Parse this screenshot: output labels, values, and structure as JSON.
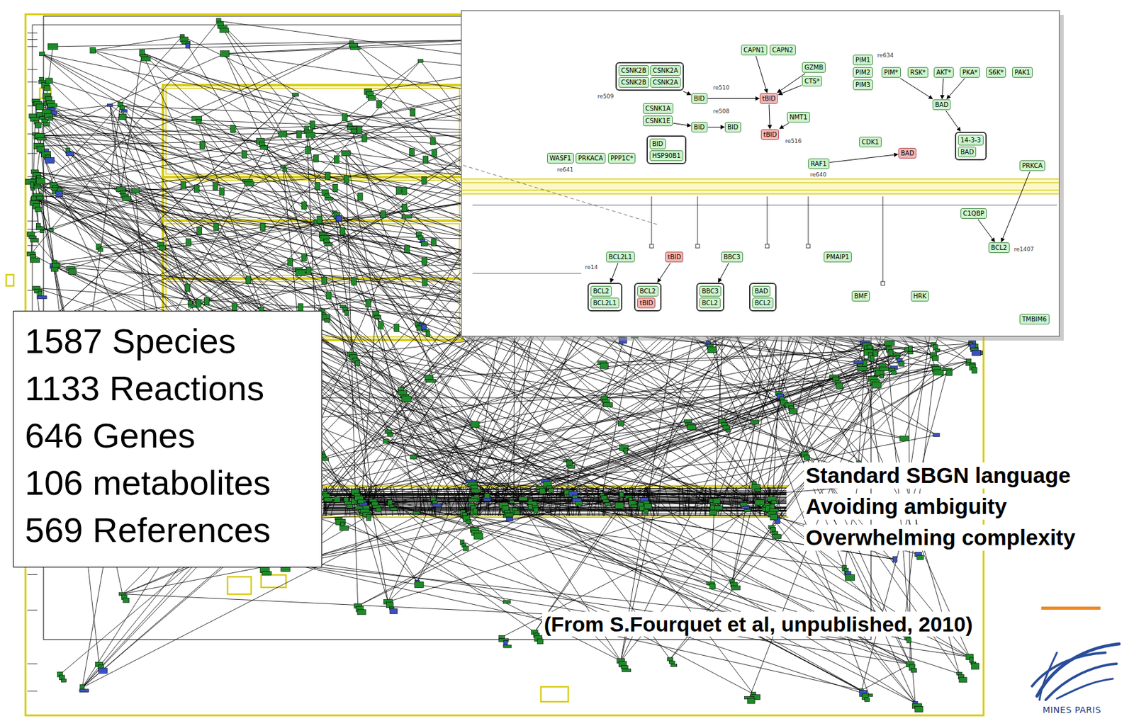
{
  "diagram": {
    "caption": "(From S.Fourquet et al, unpublished, 2010)",
    "nodes": [
      {
        "text": [
          "CAPN1"
        ]
      },
      {
        "text": [
          "CAPN2"
        ]
      },
      {
        "text": []
      },
      {
        "text": [
          "CSNK2B"
        ],
        "in": 2
      },
      {
        "text": [
          "CSNK2A"
        ],
        "in": 2
      },
      {
        "text": [
          "CSNK2B"
        ],
        "in": 2
      },
      {
        "text": [
          "CSNK2A"
        ],
        "in": 2
      },
      {
        "text": [
          "BID"
        ]
      },
      {
        "text": [
          "tBID"
        ]
      },
      {
        "text": [
          "GZMB"
        ]
      },
      {
        "text": [
          "CTS*"
        ]
      },
      {
        "text": [
          "NMT1"
        ]
      },
      {
        "text": [
          "CSNK1A"
        ]
      },
      {
        "text": [
          "CSNK1E"
        ]
      },
      {
        "text": [
          "BID"
        ]
      },
      {
        "text": [
          "BID"
        ]
      },
      {
        "text": [
          "tBID"
        ]
      },
      {
        "text": []
      },
      {
        "text": [
          "BID"
        ],
        "in": 17
      },
      {
        "text": [
          "HSP90B1"
        ],
        "in": 17
      },
      {
        "text": [
          "WASF1"
        ]
      },
      {
        "text": [
          "PRKACA"
        ]
      },
      {
        "text": [
          "PPP1C*"
        ]
      },
      {
        "text": [
          "RAF1"
        ]
      },
      {
        "text": [
          "PIM1"
        ]
      },
      {
        "text": [
          "PIM2"
        ]
      },
      {
        "text": [
          "PIM3"
        ]
      },
      {
        "text": [
          "PIM*"
        ]
      },
      {
        "text": [
          "RSK*"
        ]
      },
      {
        "text": [
          "AKT*"
        ]
      },
      {
        "text": [
          "PKA*"
        ]
      },
      {
        "text": [
          "S6K*"
        ]
      },
      {
        "text": [
          "PAK1"
        ]
      },
      {
        "text": [
          "CDK1"
        ]
      },
      {
        "text": [
          "BAD"
        ]
      },
      {
        "text": []
      },
      {
        "text": [
          "14-3-3"
        ],
        "in": 35
      },
      {
        "text": [
          "BAD"
        ],
        "in": 35
      },
      {
        "text": [
          "BAD"
        ]
      },
      {
        "text": [
          "PRKCA"
        ]
      },
      {
        "text": [
          "C1QBP"
        ]
      },
      {
        "text": [
          "BCL2"
        ]
      },
      {
        "text": [
          "BCL2L1"
        ]
      },
      {
        "text": [
          "tBID"
        ]
      },
      {
        "text": [
          "BBC3"
        ]
      },
      {
        "text": [
          "PMAIP1"
        ]
      },
      {
        "text": []
      },
      {
        "text": [
          "BCL2"
        ],
        "in": 46
      },
      {
        "text": [
          "BCL2L1"
        ],
        "in": 46
      },
      {
        "text": []
      },
      {
        "text": [
          "BCL2"
        ],
        "in": 49
      },
      {
        "text": [
          "tBID"
        ],
        "in": 49
      },
      {
        "text": []
      },
      {
        "text": [
          "BBC3"
        ],
        "in": 52
      },
      {
        "text": [
          "BCL2"
        ],
        "in": 52
      },
      {
        "text": []
      },
      {
        "text": [
          "BAD"
        ],
        "in": 55
      },
      {
        "text": [
          "BCL2"
        ],
        "in": 55
      },
      {
        "text": [
          "BMF"
        ]
      },
      {
        "text": [
          "HRK"
        ]
      },
      {
        "text": [
          "TMBIM6"
        ]
      },
      {
        "text": [
          "1587 Species",
          "1133 Reactions",
          "646 Genes",
          "106 metabolites",
          "569 References"
        ]
      }
    ],
    "edges": [
      {
        "from": 7,
        "to": 8,
        "arrow": "to"
      },
      {
        "from": 0,
        "to": 8,
        "arrow": "to"
      },
      {
        "from": 9,
        "to": 8,
        "arrow": "to"
      },
      {
        "from": 10,
        "to": 8,
        "arrow": "to"
      },
      {
        "from": 8,
        "to": 16,
        "arrow": "to"
      },
      {
        "from": 11,
        "to": 16,
        "arrow": "to"
      },
      {
        "from": 2,
        "to": 7,
        "arrow": "to"
      },
      {
        "from": 13,
        "to": 14,
        "arrow": "to"
      },
      {
        "from": 14,
        "to": 15,
        "arrow": "to"
      },
      {
        "from": 27,
        "to": 34,
        "arrow": "to"
      },
      {
        "from": 29,
        "to": 34,
        "arrow": "to"
      },
      {
        "from": 30,
        "to": 34,
        "arrow": "to"
      },
      {
        "from": 34,
        "to": 35,
        "arrow": "to"
      },
      {
        "from": 23,
        "to": 38,
        "arrow": "to"
      },
      {
        "from": 39,
        "to": 41,
        "arrow": "to"
      },
      {
        "from": 40,
        "to": 41,
        "arrow": "to"
      },
      {
        "from": 42,
        "to": 46,
        "arrow": "to"
      },
      {
        "from": 43,
        "to": 49,
        "arrow": "to"
      },
      {
        "from": 44,
        "to": 52,
        "arrow": "to"
      }
    ],
    "labels": [
      "re510",
      "re508",
      "re509",
      "re516",
      "re641",
      "re640",
      "re634",
      "re1407",
      "re14",
      "Standard SBGN language",
      "Avoiding ambiguity",
      "Overwhelming complexity",
      "MINES PARIS"
    ]
  }
}
